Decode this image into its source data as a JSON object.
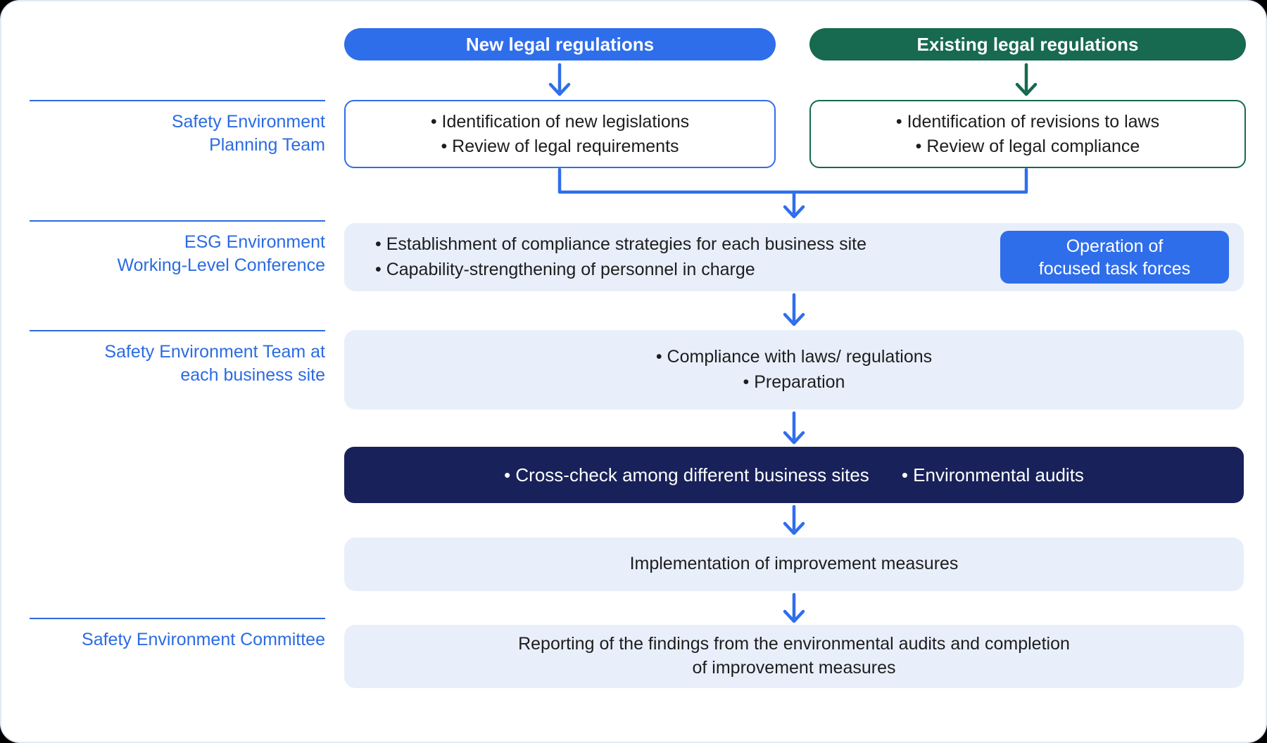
{
  "theme": {
    "accent_blue": "#2F6EEB",
    "accent_green": "#176950",
    "navy": "#182159",
    "light_blue_bg": "#E8EFFA",
    "label_blue": "#2B6BE3",
    "text_dark": "#1D1D1F"
  },
  "left_labels": {
    "planning_team": {
      "line1": "Safety Environment",
      "line2": "Planning Team"
    },
    "working_level": {
      "line1": "ESG Environment",
      "line2": "Working-Level Conference"
    },
    "site_team": {
      "line1": "Safety Environment Team at",
      "line2": "each business site"
    },
    "committee": {
      "line1": "Safety Environment Committee"
    }
  },
  "pills": {
    "new": "New legal regulations",
    "existing": "Existing legal regulations"
  },
  "boxes": {
    "new_identification": {
      "bullet1": "• Identification of new legislations",
      "bullet2": "• Review of legal requirements"
    },
    "existing_identification": {
      "bullet1": "• Identification of revisions to laws",
      "bullet2": "• Review of legal compliance"
    },
    "working_level": {
      "bullet1": "• Establishment of compliance strategies for each business site",
      "bullet2": "• Capability-strengthening of personnel in charge",
      "button_line1": "Operation of",
      "button_line2": "focused task forces"
    },
    "site_team": {
      "bullet1": "• Compliance with laws/ regulations",
      "bullet2": "• Preparation"
    },
    "cross_check": {
      "item1": "• Cross-check among different business sites",
      "item2": "• Environmental audits"
    },
    "implementation": "Implementation of improvement measures",
    "reporting": {
      "line1": "Reporting of the findings from the environmental audits and completion",
      "line2": "of improvement measures"
    }
  }
}
